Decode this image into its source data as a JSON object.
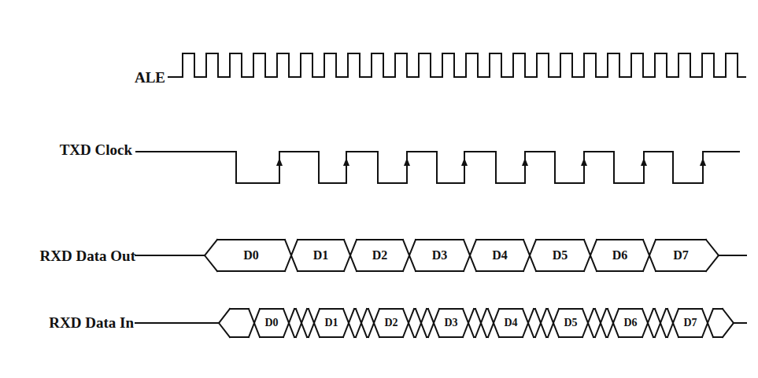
{
  "diagram": {
    "labels": [
      "ALE",
      "TXD Clock",
      "RXD Data Out",
      "D0",
      "D1",
      "D2",
      "D3",
      "D4",
      "D5",
      "D6",
      "D7",
      "RXD Data In",
      "D0",
      "D1",
      "D2",
      "D3",
      "D4",
      "D5",
      "D6",
      "D7"
    ]
  }
}
